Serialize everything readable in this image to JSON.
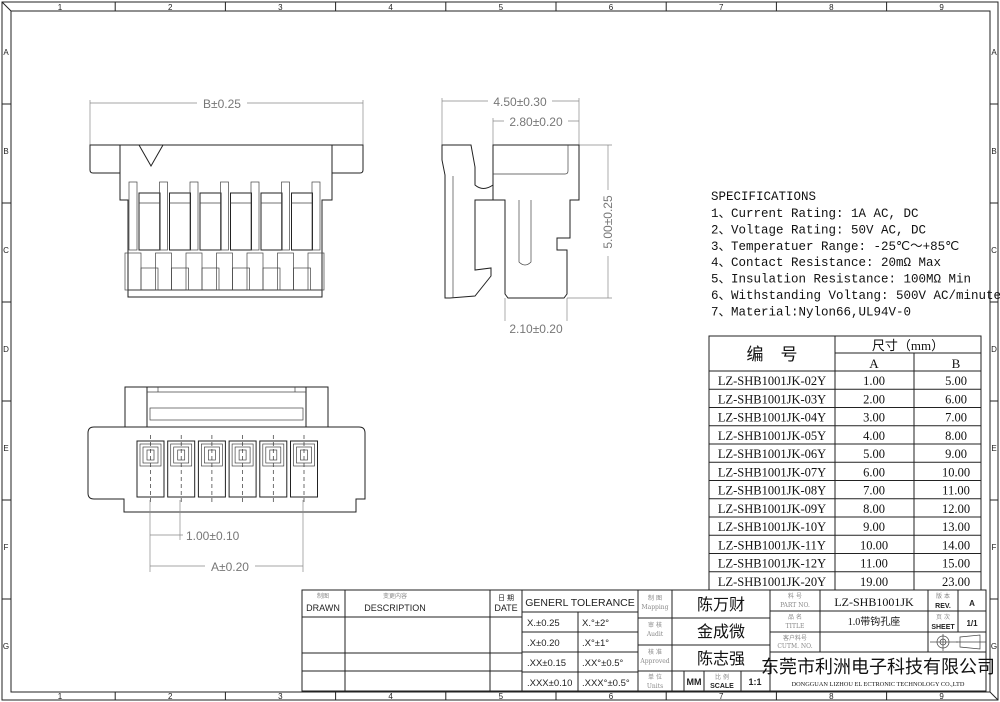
{
  "frame": {
    "columns": [
      "1",
      "2",
      "3",
      "4",
      "5",
      "6",
      "7",
      "8",
      "9"
    ],
    "rows": [
      "A",
      "B",
      "C",
      "D",
      "E",
      "F",
      "G"
    ]
  },
  "dimensions": {
    "front_width": "B±0.25",
    "side_total": "4.50±0.30",
    "side_upper": "2.80±0.20",
    "side_height": "5.00±0.25",
    "side_lower": "2.10±0.20",
    "pitch": "1.00±0.10",
    "span": "A±0.20"
  },
  "specifications": {
    "title": "SPECIFICATIONS",
    "items": [
      "1、Current Rating: 1A AC, DC",
      "2、Voltage Rating: 50V AC, DC",
      "3、Temperatuer Range: -25℃～+85℃",
      "4、Contact Resistance: 20mΩ  Max",
      "5、Insulation Resistance: 100MΩ  Min",
      "6、Withstanding Voltang: 500V AC/minute",
      "7、Material:Nylon66,UL94V-0"
    ]
  },
  "size_table": {
    "header_part": "编　号",
    "header_size": "尺寸（mm）",
    "col_a": "A",
    "col_b": "B",
    "rows": [
      {
        "part": "LZ-SHB1001JK-02Y",
        "a": "1.00",
        "b": "5.00"
      },
      {
        "part": "LZ-SHB1001JK-03Y",
        "a": "2.00",
        "b": "6.00"
      },
      {
        "part": "LZ-SHB1001JK-04Y",
        "a": "3.00",
        "b": "7.00"
      },
      {
        "part": "LZ-SHB1001JK-05Y",
        "a": "4.00",
        "b": "8.00"
      },
      {
        "part": "LZ-SHB1001JK-06Y",
        "a": "5.00",
        "b": "9.00"
      },
      {
        "part": "LZ-SHB1001JK-07Y",
        "a": "6.00",
        "b": "10.00"
      },
      {
        "part": "LZ-SHB1001JK-08Y",
        "a": "7.00",
        "b": "11.00"
      },
      {
        "part": "LZ-SHB1001JK-09Y",
        "a": "8.00",
        "b": "12.00"
      },
      {
        "part": "LZ-SHB1001JK-10Y",
        "a": "9.00",
        "b": "13.00"
      },
      {
        "part": "LZ-SHB1001JK-11Y",
        "a": "10.00",
        "b": "14.00"
      },
      {
        "part": "LZ-SHB1001JK-12Y",
        "a": "11.00",
        "b": "15.00"
      },
      {
        "part": "LZ-SHB1001JK-20Y",
        "a": "19.00",
        "b": "23.00"
      }
    ]
  },
  "title_block": {
    "drawn_cn": "制图",
    "drawn": "DRAWN",
    "desc_cn": "变更内容",
    "desc": "DESCRIPTION",
    "date_cn": "日 期",
    "date": "DATE",
    "tolerance_title": "GENERL  TOLERANCE",
    "tolerances": [
      [
        "X.±0.25",
        "X.°±2°"
      ],
      [
        ".X±0.20",
        ".X°±1°"
      ],
      [
        ".XX±0.15",
        ".XX°±0.5°"
      ],
      [
        ".XXX±0.10",
        ".XXX°±0.5°"
      ]
    ],
    "roles": [
      {
        "cn": "制 图",
        "en": "Mapping",
        "name": "陈万财"
      },
      {
        "cn": "审 核",
        "en": "Audit",
        "name": "金成微"
      },
      {
        "cn": "核 准",
        "en": "Approved",
        "name": "陈志强"
      }
    ],
    "units_cn": "单 位",
    "units_en": "Units",
    "units": "MM",
    "scale_cn": "比 例",
    "scale_en": "SCALE",
    "scale": "1:1",
    "part_no_cn": "料 号",
    "part_no_en": "PART NO.",
    "part_no": "LZ-SHB1001JK",
    "title_cn": "品 名",
    "title_en": "TITLE",
    "title": "1.0带钩孔座",
    "cust_cn": "客户料号",
    "cust_en": "CUTM. NO.",
    "rev_cn": "版 本",
    "rev_en": "REV.",
    "rev": "A",
    "sheet_cn": "页 次",
    "sheet_en": "SHEET",
    "sheet": "1/1",
    "company_cn": "东莞市利洲电子科技有限公司",
    "company_en": "DONGGUAN LIZHOU EL ECTRONIC TECHNOLOGY CO.,LTD"
  }
}
